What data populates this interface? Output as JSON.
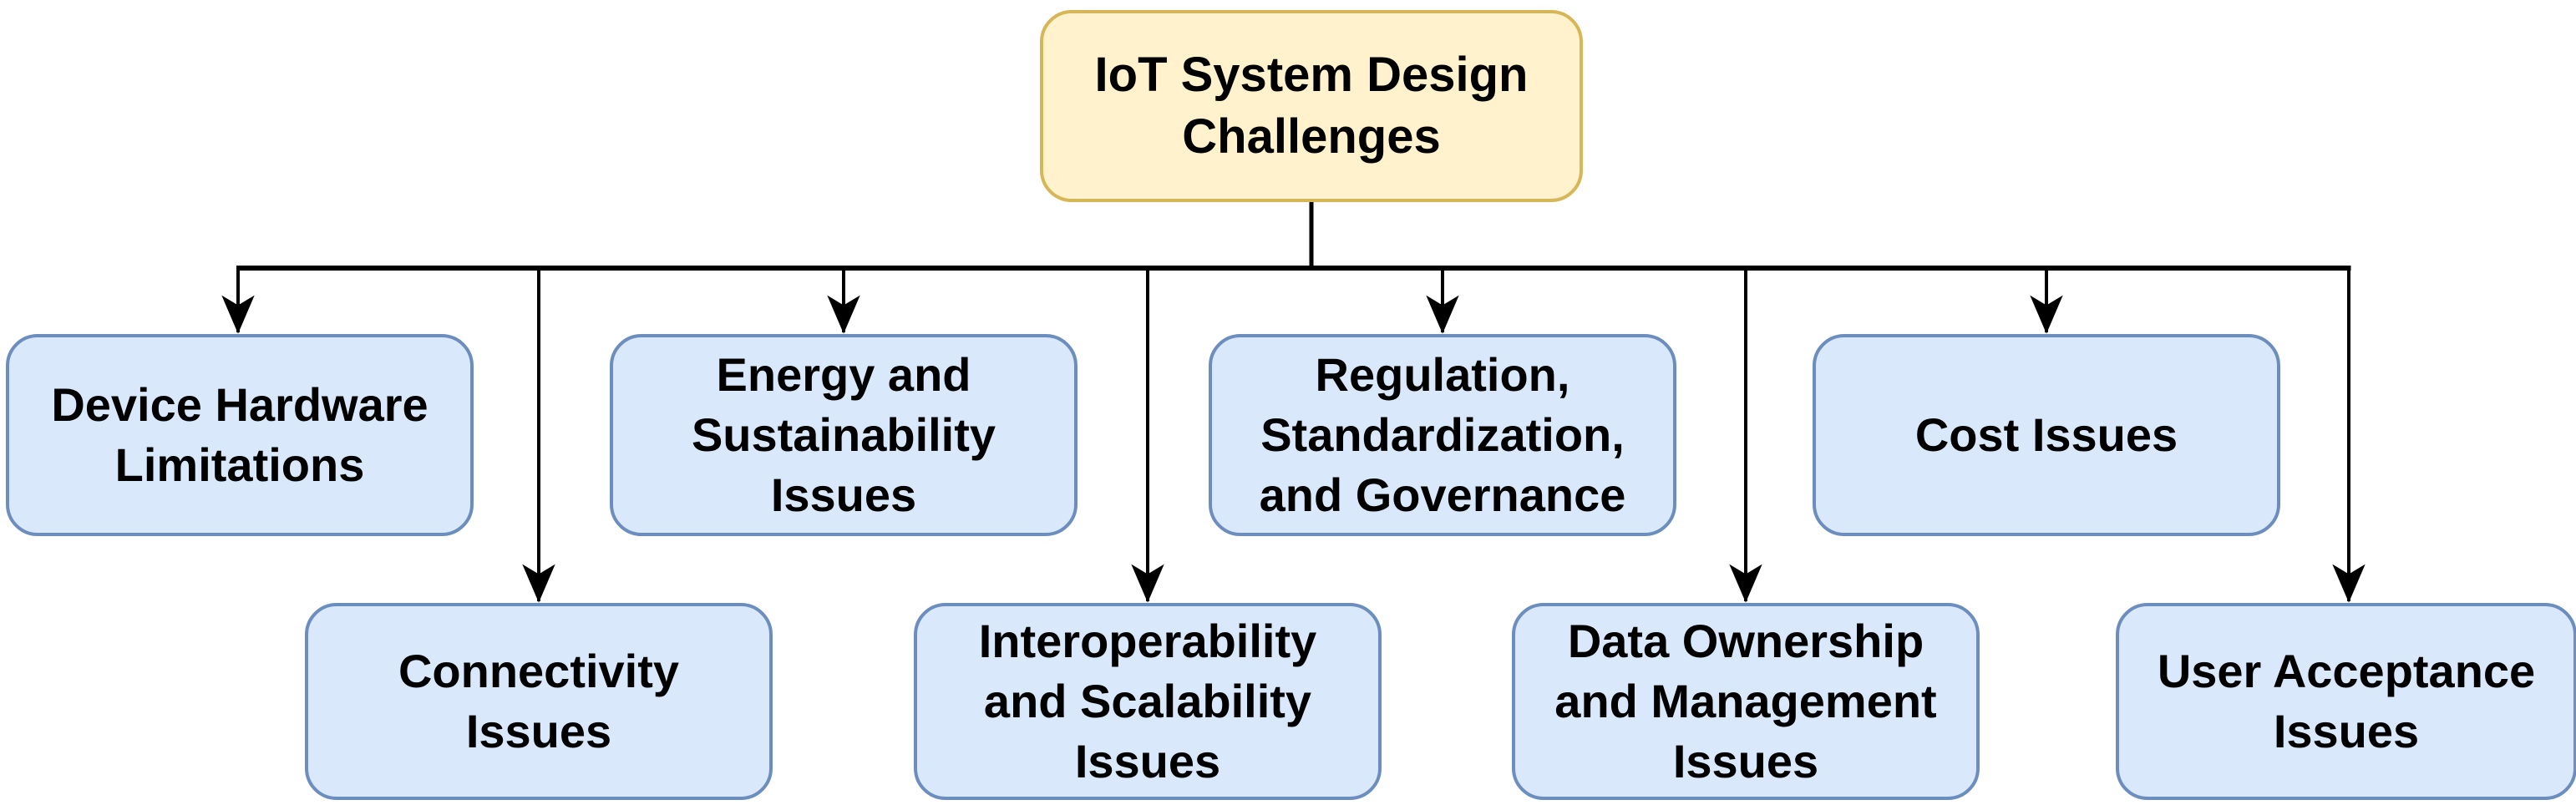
{
  "diagram": {
    "title": "IoT System Design Challenges",
    "root": {
      "id": "root",
      "label": "IoT System Design Challenges"
    },
    "nodes": [
      {
        "id": "device-hardware-limitations",
        "label": "Device Hardware Limitations",
        "row": "top"
      },
      {
        "id": "connectivity-issues",
        "label": "Connectivity Issues",
        "row": "bottom"
      },
      {
        "id": "energy-sustainability-issues",
        "label": "Energy and Sustainability Issues",
        "row": "top"
      },
      {
        "id": "interoperability-scalability-issues",
        "label": "Interoperability and Scalability Issues",
        "row": "bottom"
      },
      {
        "id": "regulation-standardization-governance",
        "label": "Regulation, Standardization, and Governance",
        "row": "top"
      },
      {
        "id": "data-ownership-management-issues",
        "label": "Data Ownership and Management Issues",
        "row": "bottom"
      },
      {
        "id": "cost-issues",
        "label": "Cost Issues",
        "row": "top"
      },
      {
        "id": "user-acceptance-issues",
        "label": "User Acceptance Issues",
        "row": "bottom"
      }
    ],
    "edges": [
      {
        "from": "root",
        "to": "device-hardware-limitations"
      },
      {
        "from": "root",
        "to": "connectivity-issues"
      },
      {
        "from": "root",
        "to": "energy-sustainability-issues"
      },
      {
        "from": "root",
        "to": "interoperability-scalability-issues"
      },
      {
        "from": "root",
        "to": "regulation-standardization-governance"
      },
      {
        "from": "root",
        "to": "data-ownership-management-issues"
      },
      {
        "from": "root",
        "to": "cost-issues"
      },
      {
        "from": "root",
        "to": "user-acceptance-issues"
      }
    ],
    "colors": {
      "root_fill": "#FFF2CC",
      "root_border": "#D6B656",
      "child_fill": "#DAE8FC",
      "child_border": "#6C8EBF",
      "connector": "#000000",
      "text": "#000000",
      "background": "#FFFFFF"
    }
  }
}
